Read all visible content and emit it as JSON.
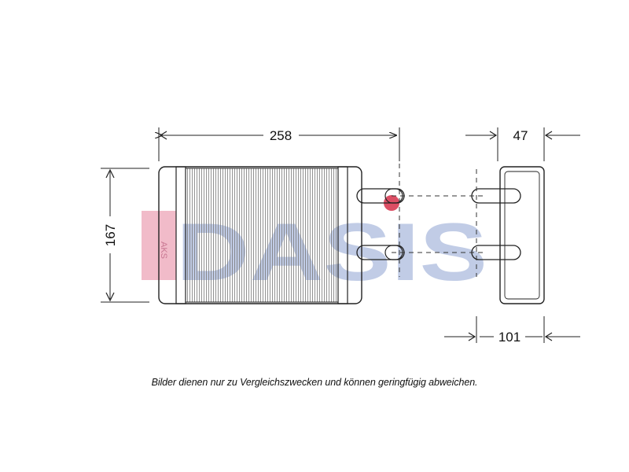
{
  "watermark": {
    "brand_text": "DASIS",
    "side_text": "AKS",
    "colors": {
      "primary": "#e8a0b0",
      "secondary": "#a8b8d8",
      "accent": "#d6304a"
    }
  },
  "dimensions": {
    "width_label": "258",
    "height_label": "167",
    "pipe_depth_label": "47",
    "core_depth_label": "101"
  },
  "caption": "Bilder dienen nur zu Vergleichszwecken und können geringfügig abweichen."
}
